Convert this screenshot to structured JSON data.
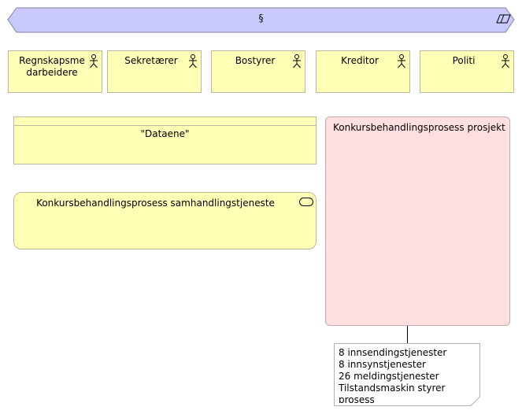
{
  "top_group": {
    "label": "§"
  },
  "actors": [
    {
      "label": "Regnskapsmedarbeidere",
      "line1": "Regnskapsme",
      "line2": "darbeidere"
    },
    {
      "label": "Sekretærer"
    },
    {
      "label": "Bostyrer"
    },
    {
      "label": "Kreditor"
    },
    {
      "label": "Politi"
    }
  ],
  "data_object": {
    "label": "\"Dataene\""
  },
  "service": {
    "label": "Konkursbehandlingsprosess samhandlingstjeneste"
  },
  "project": {
    "label": "Konkursbehandlingsprosess prosjekt"
  },
  "note": {
    "lines": [
      "8 innsendingstjenester",
      "8 innsynstjenester",
      "26 meldingstjenester",
      "Tilstandsmaskin styrer",
      "prosess"
    ]
  },
  "colors": {
    "banner_fill": "#c9c9fb",
    "actor_fill": "#ffffb5",
    "project_fill": "#ffdfe0"
  }
}
